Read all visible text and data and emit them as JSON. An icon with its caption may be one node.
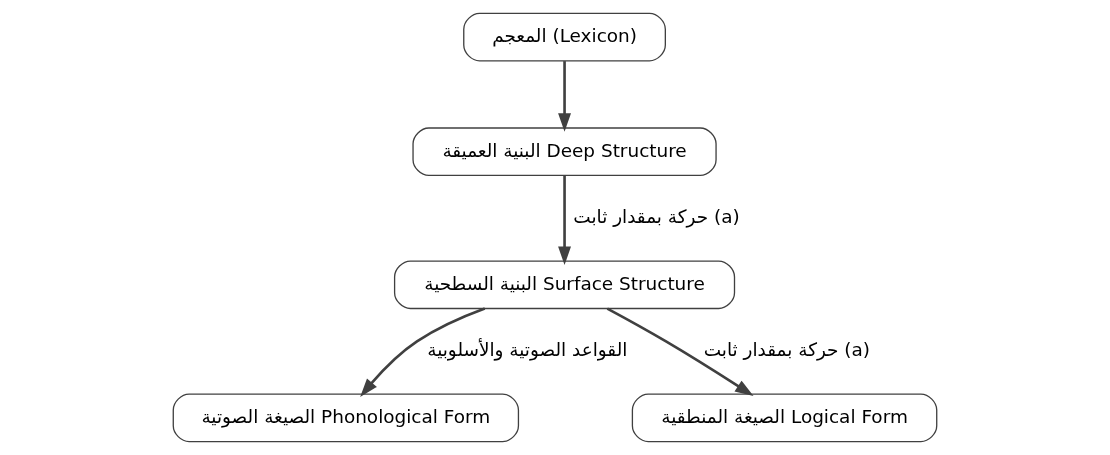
{
  "diagram": {
    "nodes": [
      {
        "text": [
          "المعجم (Lexicon)"
        ]
      },
      {
        "text": [
          "البنية العميقة Deep Structure"
        ]
      },
      {
        "text": [
          "البنية السطحية Surface Structure"
        ]
      },
      {
        "text": [
          "الصيغة الصوتية Phonological Form"
        ]
      },
      {
        "text": [
          "الصيغة المنطقية Logical Form"
        ]
      }
    ],
    "edges": [
      {
        "from": 0,
        "to": 1,
        "arrow": "to"
      },
      {
        "from": 1,
        "to": 2,
        "arrow": "to",
        "label": "حركة بمقدار ثابت (a)"
      },
      {
        "from": 2,
        "to": 3,
        "arrow": "to",
        "label": "القواعد الصوتية والأسلوبية"
      },
      {
        "from": 2,
        "to": 4,
        "arrow": "to",
        "label": "حركة بمقدار ثابت (a)"
      }
    ]
  }
}
